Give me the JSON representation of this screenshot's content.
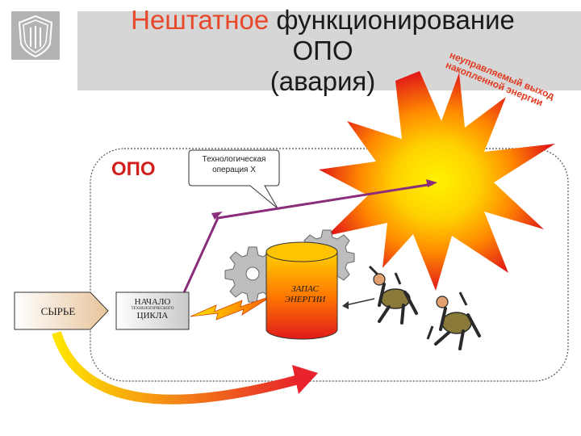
{
  "title": {
    "accent": "Нештатное",
    "rest": " функционирование",
    "line2": "ОПО",
    "line3": "(авария)"
  },
  "release_label": {
    "line1": "неуправляемый выход",
    "line2": "накопленной энергии"
  },
  "opo_label": "ОПО",
  "operation_bubble": {
    "line1": "Технологическая",
    "line2": "операция Х"
  },
  "raw_material": "СЫРЬЕ",
  "cycle_start": {
    "line1": "НАЧАЛО",
    "line2": "ТЕХНОЛОГИЧЕСКОГО",
    "line3": "ЦИКЛА"
  },
  "energy_reserve": {
    "line1": "ЗАПАС",
    "line2": "ЭНЕРГИИ"
  },
  "colors": {
    "title_accent": "#e8472a",
    "opo_red": "#d41f1f",
    "purple_path": "#8a2d7a",
    "explosion_outer": "#e02020",
    "explosion_inner": "#ffe600"
  }
}
